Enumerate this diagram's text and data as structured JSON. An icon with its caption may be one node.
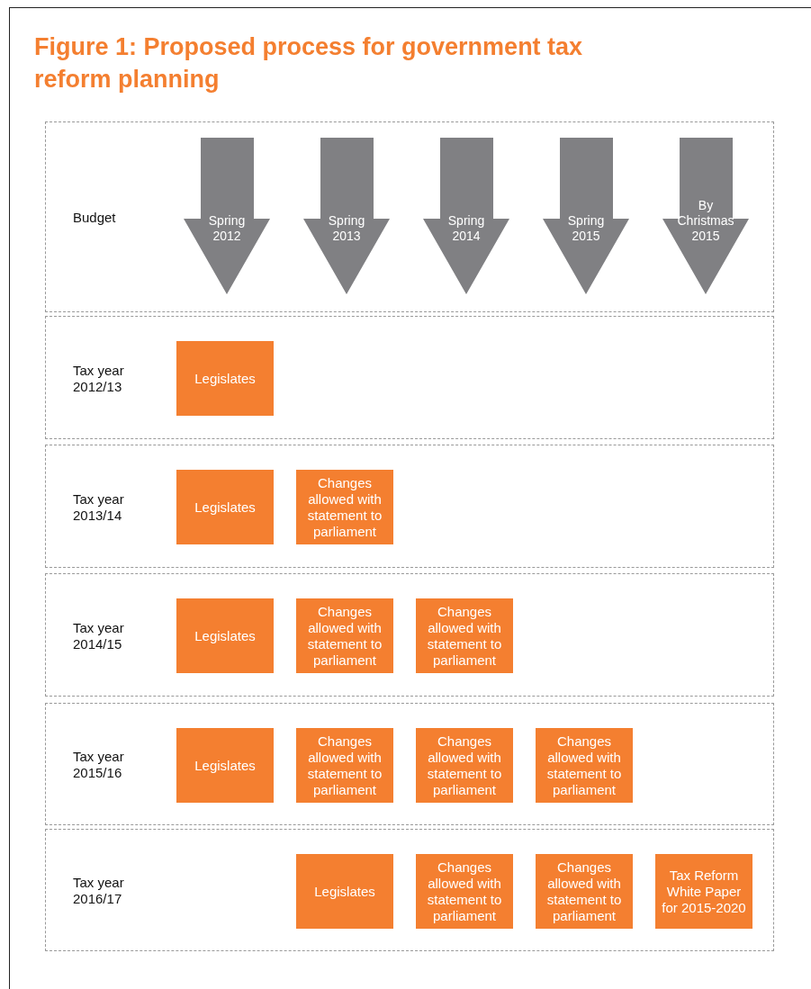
{
  "diagram": {
    "title": "Figure 1: Proposed process for government tax reform planning",
    "nodes": [
      {
        "text": [
          "Budget"
        ]
      },
      {
        "text": [
          "Spring 2012"
        ],
        "in": 0
      },
      {
        "text": [
          "Spring 2013"
        ],
        "in": 0
      },
      {
        "text": [
          "Spring 2014"
        ],
        "in": 0
      },
      {
        "text": [
          "Spring 2015"
        ],
        "in": 0
      },
      {
        "text": [
          "By Christmas 2015"
        ],
        "in": 0
      },
      {
        "text": [
          "Tax year 2012/13"
        ]
      },
      {
        "text": [
          "Legislates"
        ],
        "in": 6
      },
      {
        "text": [
          "Tax year 2013/14"
        ]
      },
      {
        "text": [
          "Legislates"
        ],
        "in": 8
      },
      {
        "text": [
          "Changes allowed with statement to parliament"
        ],
        "in": 8
      },
      {
        "text": [
          "Tax year 2014/15"
        ]
      },
      {
        "text": [
          "Legislates"
        ],
        "in": 11
      },
      {
        "text": [
          "Changes allowed with statement to parliament"
        ],
        "in": 11
      },
      {
        "text": [
          "Changes allowed with statement to parliament"
        ],
        "in": 11
      },
      {
        "text": [
          "Tax year 2015/16"
        ]
      },
      {
        "text": [
          "Legislates"
        ],
        "in": 15
      },
      {
        "text": [
          "Changes allowed with statement to parliament"
        ],
        "in": 15
      },
      {
        "text": [
          "Changes allowed with statement to parliament"
        ],
        "in": 15
      },
      {
        "text": [
          "Changes allowed with statement to parliament"
        ],
        "in": 15
      },
      {
        "text": [
          "Tax year 2016/17"
        ]
      },
      {
        "text": [
          "Legislates"
        ],
        "in": 20
      },
      {
        "text": [
          "Changes allowed with statement to parliament"
        ],
        "in": 20
      },
      {
        "text": [
          "Changes allowed with statement to parliament"
        ],
        "in": 20
      },
      {
        "text": [
          "Tax Reform White Paper for 2015-2020"
        ],
        "in": 20
      }
    ],
    "edges": []
  }
}
